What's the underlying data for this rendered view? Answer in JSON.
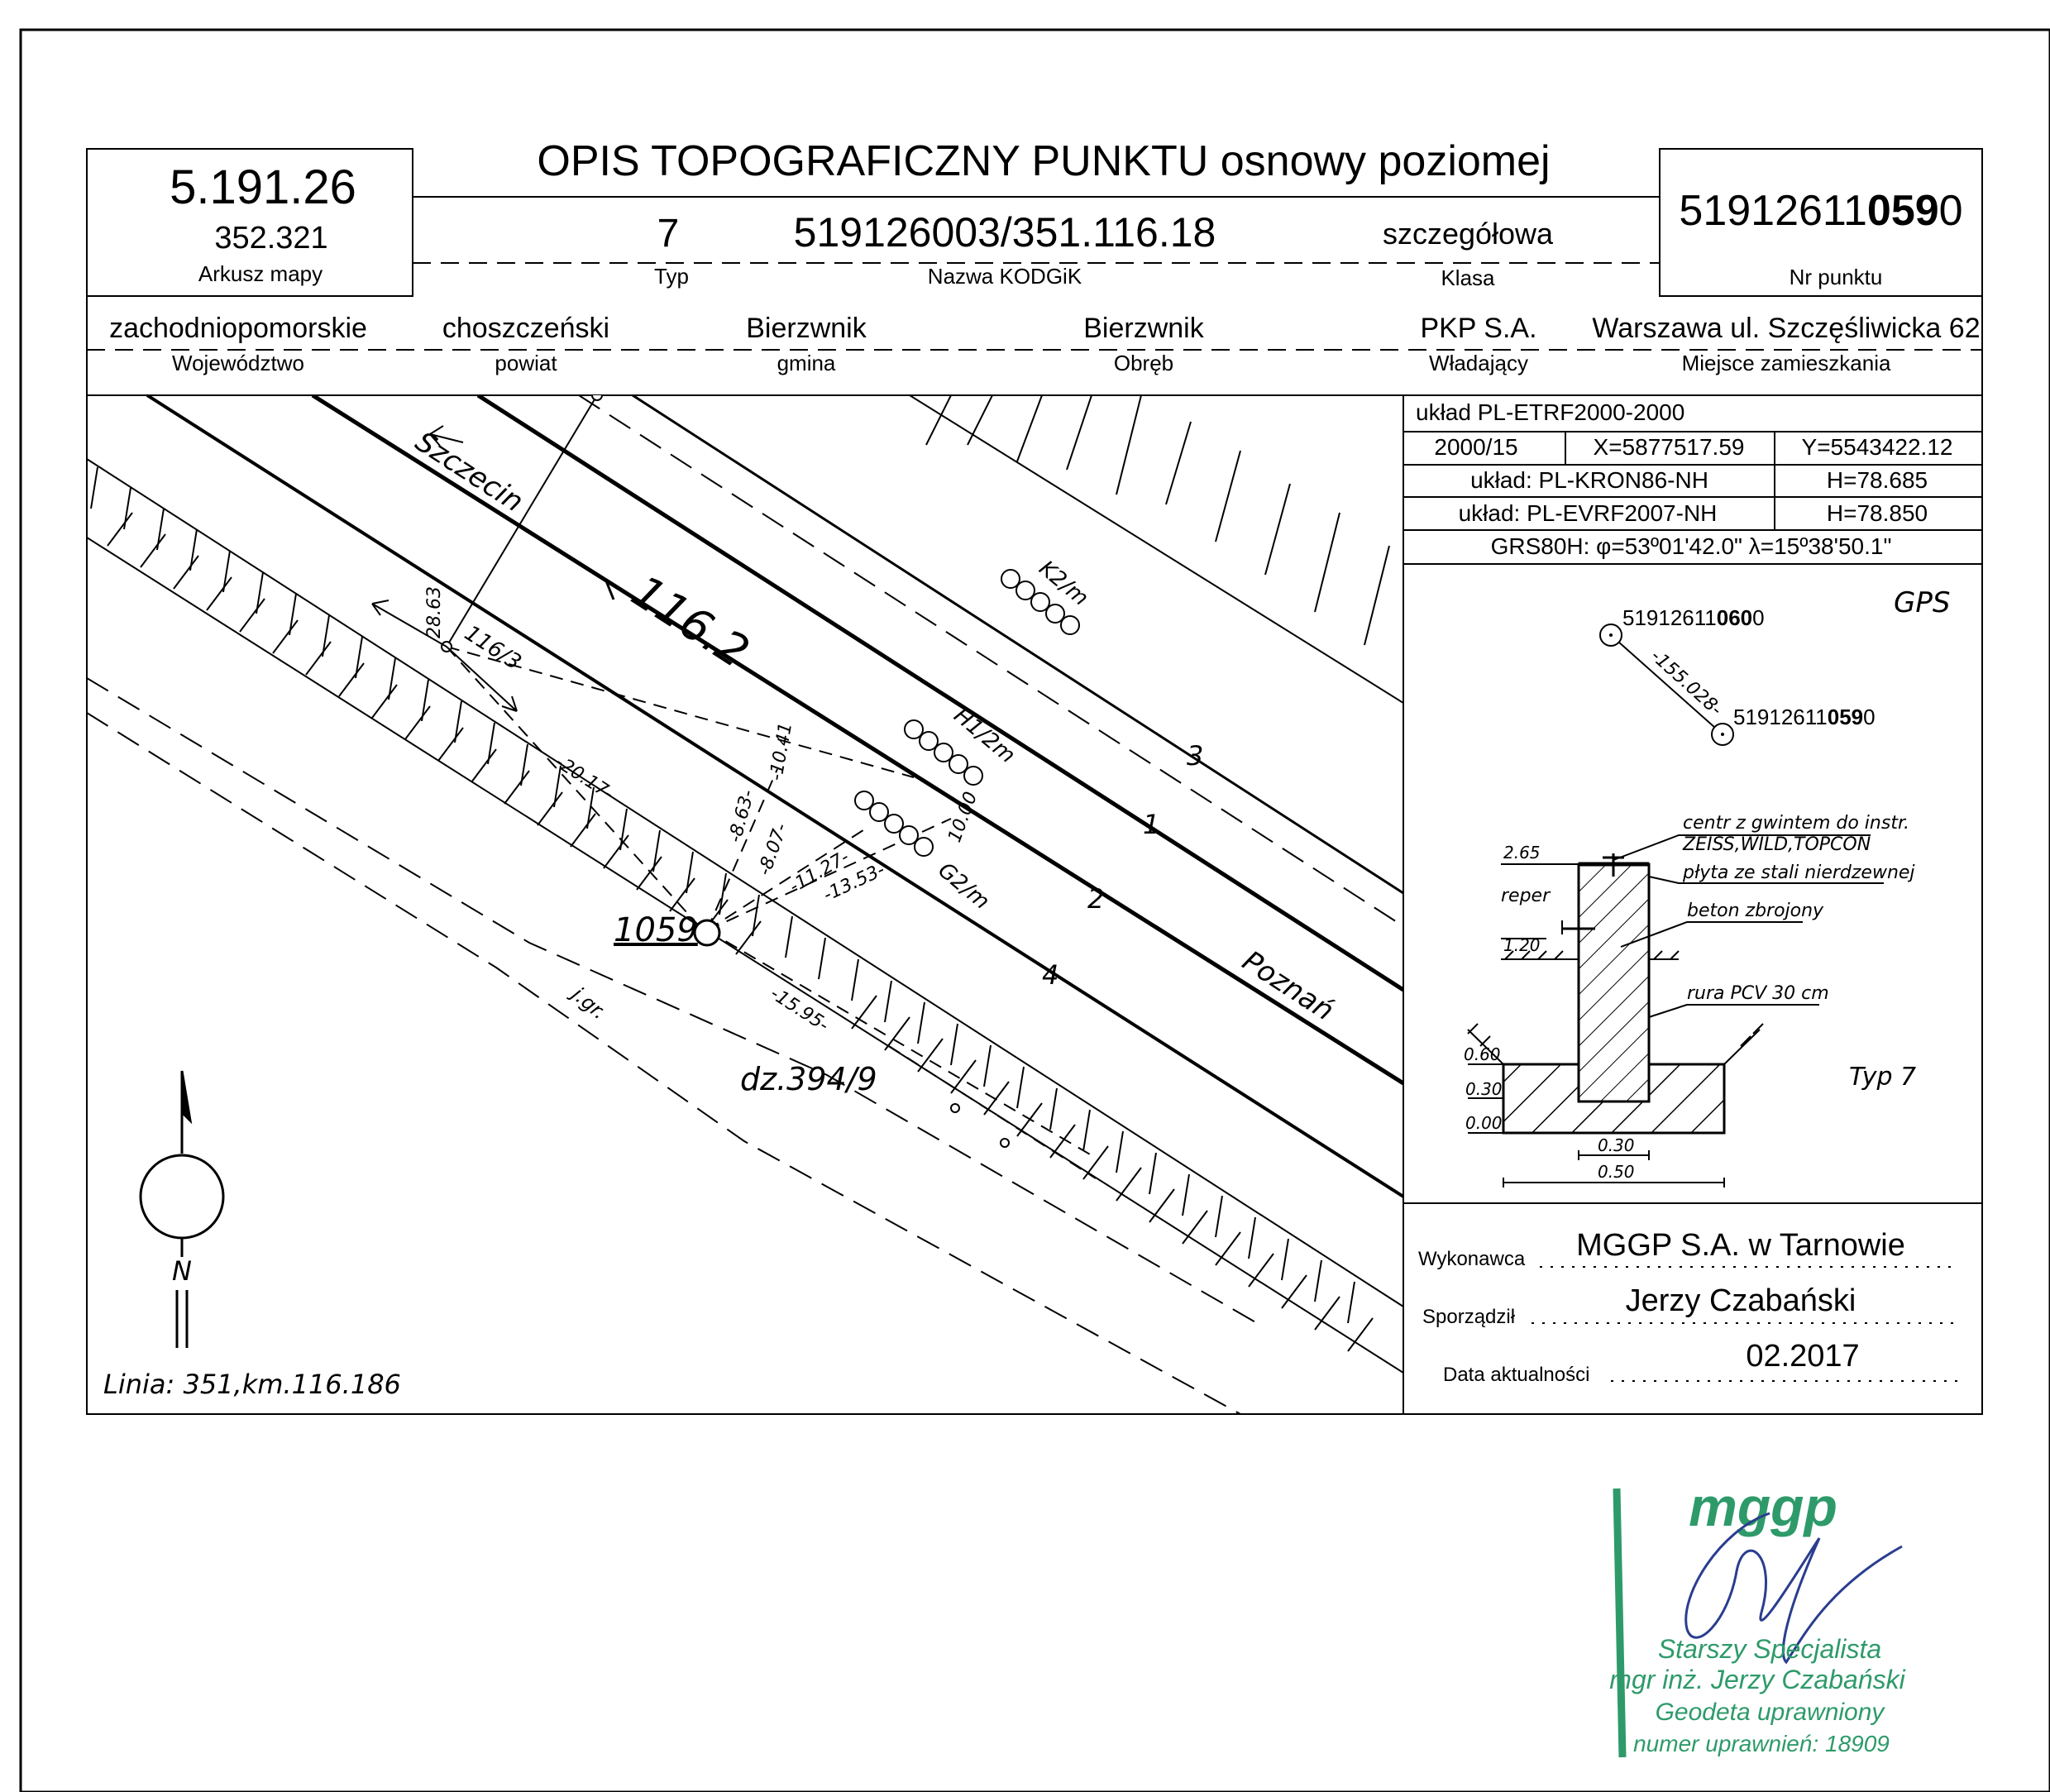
{
  "title": "OPIS TOPOGRAFICZNY PUNKTU osnowy poziomej",
  "sheet": {
    "value": "5.191.26",
    "sub": "352.321",
    "label": "Arkusz mapy"
  },
  "point_number": {
    "prefix": "51912611",
    "bold": "059",
    "suffix": "0",
    "label": "Nr punktu"
  },
  "type": {
    "value": "7",
    "label": "Typ"
  },
  "kodgik": {
    "value": "519126003/351.116.18",
    "label": "Nazwa KODGiK"
  },
  "class": {
    "value": "szczegółowa",
    "label": "Klasa"
  },
  "admin": [
    {
      "value": "zachodniopomorskie",
      "label": "Województwo"
    },
    {
      "value": "choszczeński",
      "label": "powiat"
    },
    {
      "value": "Bierzwnik",
      "label": "gmina"
    },
    {
      "value": "Bierzwnik",
      "label": "Obręb"
    },
    {
      "value": "PKP S.A.",
      "label": "Władający"
    },
    {
      "value": "Warszawa ul. Szczęśliwicka 62",
      "label": "Miejsce zamieszkania"
    }
  ],
  "coords": {
    "system": "układ PL-ETRF2000-2000",
    "zone": "2000/15",
    "x": "X=5877517.59",
    "y": "Y=5543422.12",
    "kron_label": "układ: PL-KRON86-NH",
    "kron_h": "H=78.685",
    "evrf_label": "układ: PL-EVRF2007-NH",
    "evrf_h": "H=78.850",
    "grs": "GRS80H: φ=53º01'42.0\" λ=15º38'50.1\""
  },
  "gps": {
    "label": "GPS",
    "p1": {
      "prefix": "51912611",
      "bold": "060",
      "suffix": "0"
    },
    "p2": {
      "prefix": "51912611",
      "bold": "059",
      "suffix": "0"
    },
    "dist": "-155.028-"
  },
  "section": {
    "n1": "centr z gwintem do instr.",
    "n2": "ZEISS,WILD,TOPCON",
    "n3": "płyta ze stali nierdzewnej",
    "n4": "beton zbrojony",
    "n5": "rura PCV 30 cm",
    "reper": "reper",
    "d265": "2.65",
    "d120": "1.20",
    "d060": "0.60",
    "d030": "0.30",
    "d000": "0.00",
    "w030": "0.30",
    "w050": "0.50",
    "typ": "Typ 7"
  },
  "executor": {
    "wykonawca_label": "Wykonawca",
    "wykonawca": "MGGP S.A.  w Tarnowie",
    "sporzadzil_label": "Sporządził",
    "sporzadzil": "Jerzy Czabański",
    "data_label": "Data aktualności",
    "data": "02.2017"
  },
  "map": {
    "szczecin": "Szczecin",
    "poznan": "Poznań",
    "km": "116.2",
    "km_sub": "116/3",
    "k2": "K2/m",
    "h1": "H1/2m",
    "g2": "G2/m",
    "point": "1059",
    "parcel": "dz.394/9",
    "granica": "j.gr.",
    "track1": "1",
    "track2": "2",
    "track3": "3",
    "track4": "4",
    "d2863": "28.63",
    "d2017": "-20.17-",
    "d1041": "-10.41",
    "d863": "-8.63-",
    "d807": "-8.07-",
    "d1127": "-11.27-",
    "d1353": "-13.53-",
    "d1000": "10.00",
    "d1595": "-15.95-",
    "north": "N",
    "line": "Linia: 351,km.116.186"
  },
  "stamp": {
    "logo": "mggp",
    "l1": "Starszy Specjalista",
    "l2": "mgr inż. Jerzy Czabański",
    "l3": "Geodeta uprawniony",
    "l4": "numer uprawnień: 18909"
  }
}
